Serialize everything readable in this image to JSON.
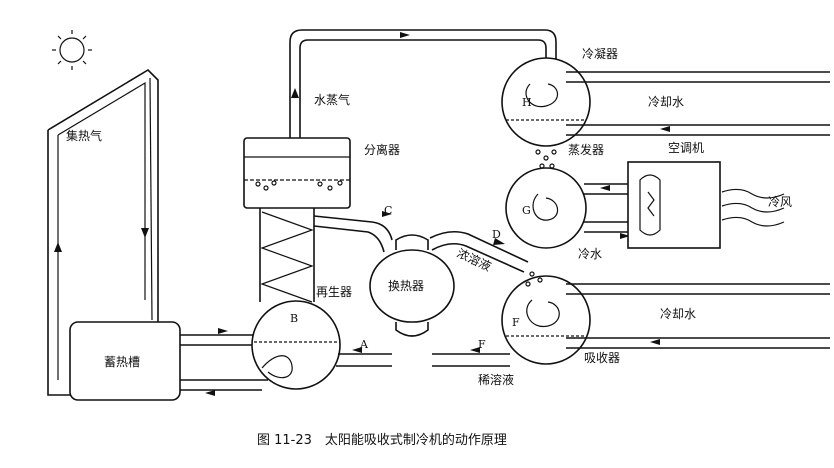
{
  "labels": {
    "collector": "集热气",
    "vapor": "水蒸气",
    "separator": "分离器",
    "condenser": "冷凝器",
    "cooling_water_top": "冷却水",
    "evaporator": "蒸发器",
    "air_conditioner": "空调机",
    "cold_wind": "冷风",
    "cold_water": "冷水",
    "concentrated_solution": "浓溶液",
    "heat_exchanger": "换热器",
    "regenerator": "再生器",
    "cooling_water_bottom": "冷却水",
    "absorber": "吸收器",
    "storage_tank": "蓄热槽",
    "dilute_solution": "稀溶液"
  },
  "letters": {
    "h": "H",
    "g": "G",
    "f": "F",
    "b": "B",
    "a": "A",
    "c": "C",
    "d": "D",
    "f_flow": "F"
  },
  "caption": "图 11-23　太阳能吸收式制冷机的动作原理"
}
